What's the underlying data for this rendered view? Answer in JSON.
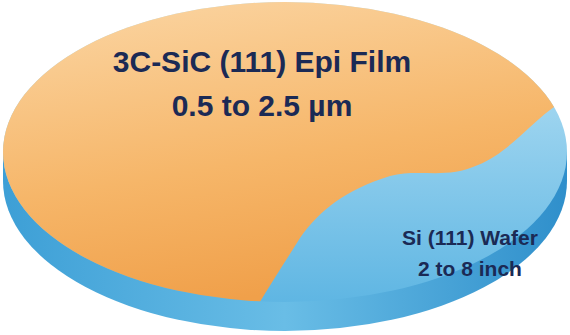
{
  "diagram": {
    "nodes": [
      {
        "text": [
          "3C-SiC (111) Epi Film",
          "0.5 to 2.5 µm"
        ]
      },
      {
        "text": [
          "Si (111) Wafer",
          "2 to 8 inch"
        ]
      }
    ]
  }
}
